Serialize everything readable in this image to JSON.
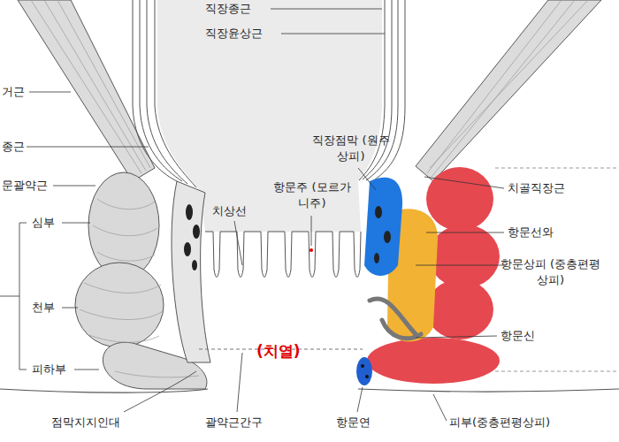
{
  "diagram": {
    "labels": [
      "직장종근",
      "직장윤상근",
      "거근",
      "종근",
      "문괄약근",
      "심부",
      "천부",
      "피하부",
      "점막지지인대",
      "치상선",
      "항문주 (모르가니주)",
      "직장점막 (원주상피)",
      "(치열)",
      "괄약근간구",
      "항문연",
      "치골직장근",
      "항문선와",
      "항문상피 (중층편평상피)",
      "항문신",
      "피부(중층편평상피)"
    ]
  }
}
